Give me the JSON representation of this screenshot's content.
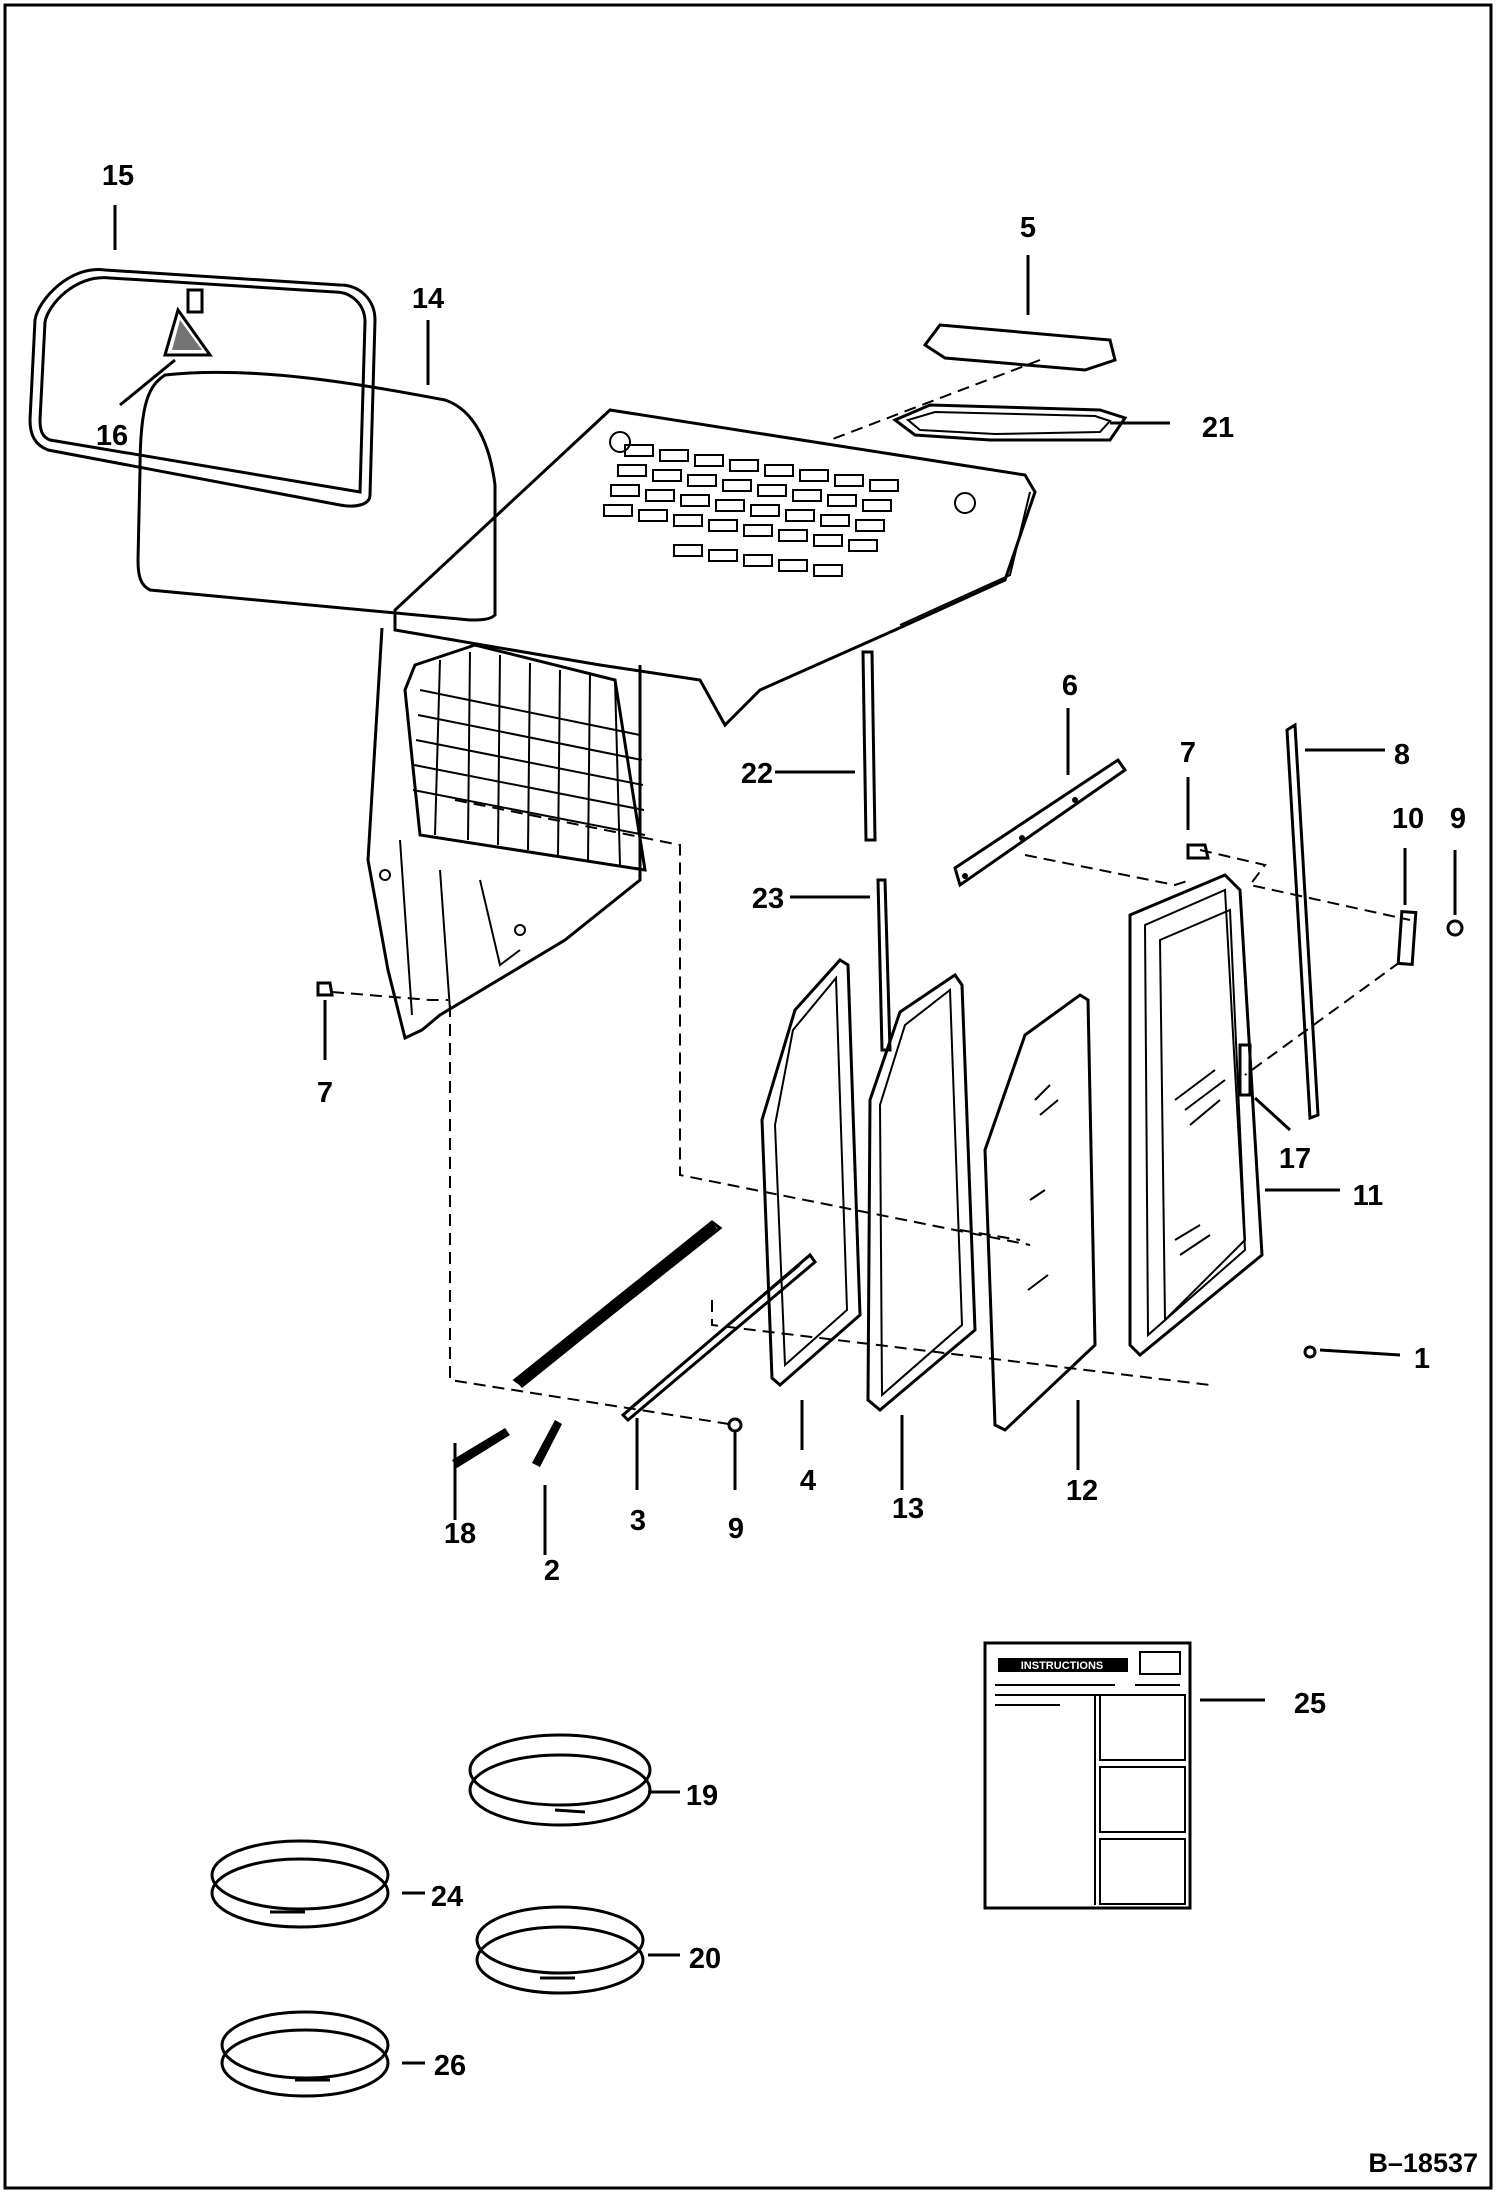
{
  "figure": {
    "id": "B–18537"
  },
  "callouts": [
    {
      "key": "c15",
      "text": "15"
    },
    {
      "key": "c14",
      "text": "14"
    },
    {
      "key": "c16",
      "text": "16"
    },
    {
      "key": "c5",
      "text": "5"
    },
    {
      "key": "c21",
      "text": "21"
    },
    {
      "key": "c6",
      "text": "6"
    },
    {
      "key": "c7a",
      "text": "7"
    },
    {
      "key": "c8",
      "text": "8"
    },
    {
      "key": "c10",
      "text": "10"
    },
    {
      "key": "c9a",
      "text": "9"
    },
    {
      "key": "c22",
      "text": "22"
    },
    {
      "key": "c23",
      "text": "23"
    },
    {
      "key": "c7b",
      "text": "7"
    },
    {
      "key": "c17",
      "text": "17"
    },
    {
      "key": "c11",
      "text": "11"
    },
    {
      "key": "c1",
      "text": "1"
    },
    {
      "key": "c4",
      "text": "4"
    },
    {
      "key": "c13",
      "text": "13"
    },
    {
      "key": "c12",
      "text": "12"
    },
    {
      "key": "c18",
      "text": "18"
    },
    {
      "key": "c2",
      "text": "2"
    },
    {
      "key": "c3",
      "text": "3"
    },
    {
      "key": "c9b",
      "text": "9"
    },
    {
      "key": "c25",
      "text": "25"
    },
    {
      "key": "c19",
      "text": "19"
    },
    {
      "key": "c24",
      "text": "24"
    },
    {
      "key": "c20",
      "text": "20"
    },
    {
      "key": "c26",
      "text": "26"
    }
  ],
  "decal": {
    "heading": "INSTRUCTIONS"
  }
}
